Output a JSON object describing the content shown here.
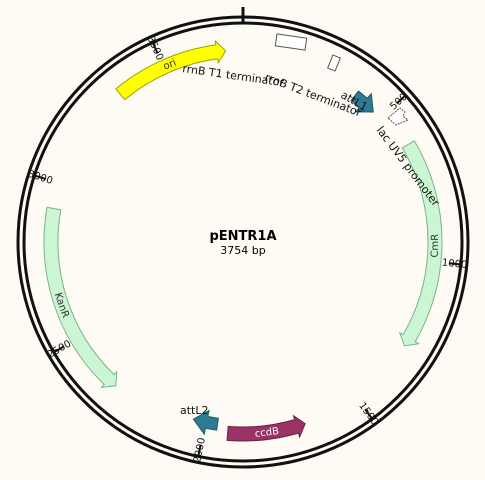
{
  "plasmid": {
    "name": "pENTR1A",
    "size_label": "3754 bp",
    "length_bp": 3754
  },
  "ticks": [
    {
      "bp": 500,
      "label": "500"
    },
    {
      "bp": 1000,
      "label": "1000"
    },
    {
      "bp": 1500,
      "label": "1500"
    },
    {
      "bp": 2000,
      "label": "2000"
    },
    {
      "bp": 2500,
      "label": "2500"
    },
    {
      "bp": 3000,
      "label": "3000"
    },
    {
      "bp": 3500,
      "label": "3500"
    }
  ],
  "features": [
    {
      "id": "ori",
      "label": "ori",
      "type": "arc",
      "start": 3340,
      "end": 3700,
      "strand": 1,
      "color": "#ffff00",
      "stroke": "#a0a000",
      "text_color": "#333"
    },
    {
      "id": "cmr",
      "label": "CmR",
      "type": "arc",
      "start": 620,
      "end": 1280,
      "strand": 1,
      "color": "#ccf5d4",
      "stroke": "#7cb38a",
      "text_color": "#333"
    },
    {
      "id": "kanr",
      "label": "KanR",
      "type": "arc",
      "start": 2310,
      "end": 2920,
      "strand": -1,
      "color": "#ccf5d4",
      "stroke": "#7cb38a",
      "text_color": "#333"
    },
    {
      "id": "ccdb",
      "label": "ccdB",
      "type": "arc",
      "start": 1680,
      "end": 1925,
      "strand": -1,
      "color": "#993366",
      "stroke": "#6a2246",
      "text_color": "#ffffff"
    },
    {
      "id": "attl1",
      "label": "attL1",
      "type": "small-arrow",
      "start": 390,
      "end": 470,
      "strand": 1,
      "color": "#2e7c93",
      "stroke": "#1c5566"
    },
    {
      "id": "attl2",
      "label": "attL2",
      "type": "small-arrow",
      "start": 1960,
      "end": 2040,
      "strand": 1,
      "color": "#2e7c93",
      "stroke": "#1c5566"
    }
  ],
  "labels": {
    "rrnb_t1": "rrnB T1 terminator",
    "rrnb_t2": "rrnB T2 terminator",
    "attl1": "attL1",
    "lac_uv5": "lac UV5 promoter",
    "attl2": "attL2"
  }
}
